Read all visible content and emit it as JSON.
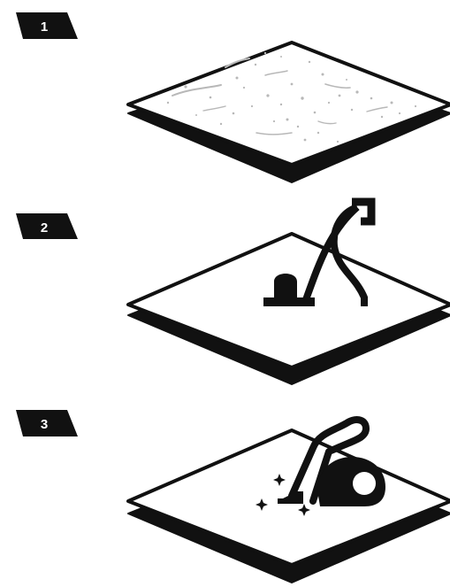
{
  "steps": [
    {
      "number": "1",
      "illustration": "dusty-floor-icon"
    },
    {
      "number": "2",
      "illustration": "upright-vacuum-icon"
    },
    {
      "number": "3",
      "illustration": "canister-vacuum-sparkle-icon"
    }
  ],
  "colors": {
    "ink": "#111111",
    "background": "#ffffff",
    "dust": "#b8b8b8"
  }
}
